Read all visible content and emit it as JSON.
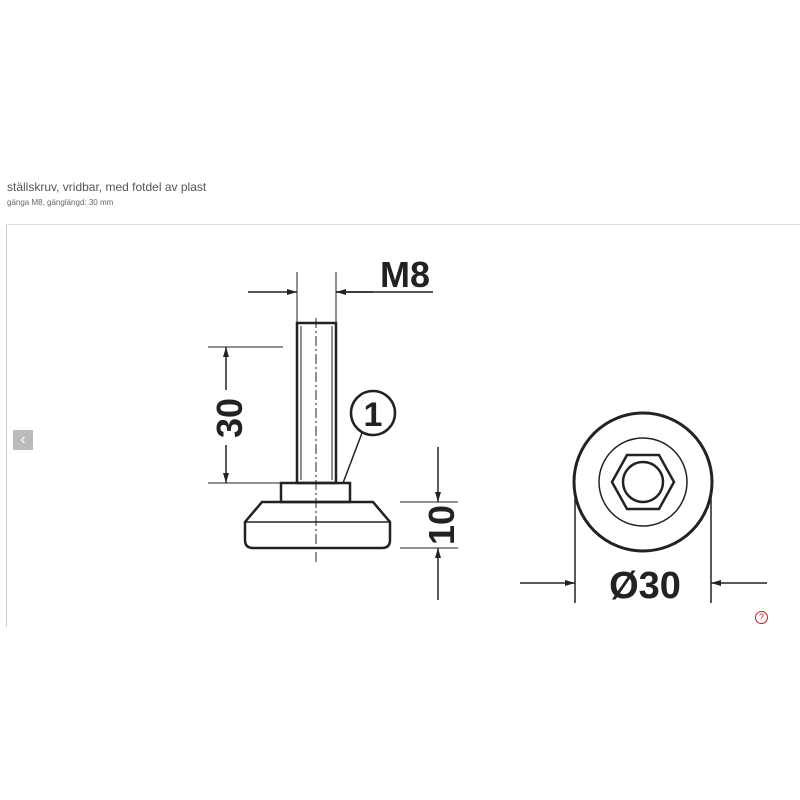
{
  "product": {
    "title": "ställskruv, vridbar, med fotdel av plast",
    "subtitle": "gänga M8, gänglängd: 30 mm"
  },
  "drawing": {
    "thread_label": "M8",
    "length_label": "30",
    "height_label": "10",
    "diameter_label": "Ø30",
    "callout_label": "1"
  },
  "controls": {
    "prev_icon": "‹",
    "help_icon": "?"
  }
}
